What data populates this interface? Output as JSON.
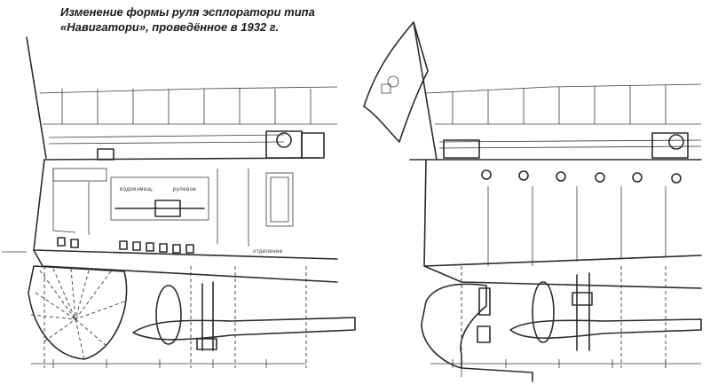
{
  "caption": {
    "line1": "Изменение формы руля эсплоратори типа",
    "line2": "«Навигатори», проведённое в 1932 г."
  },
  "left_drawing": {
    "labels": {
      "upper": "водоизмещ.",
      "upper_right": "рулевое",
      "lower_right": "отделение"
    }
  }
}
